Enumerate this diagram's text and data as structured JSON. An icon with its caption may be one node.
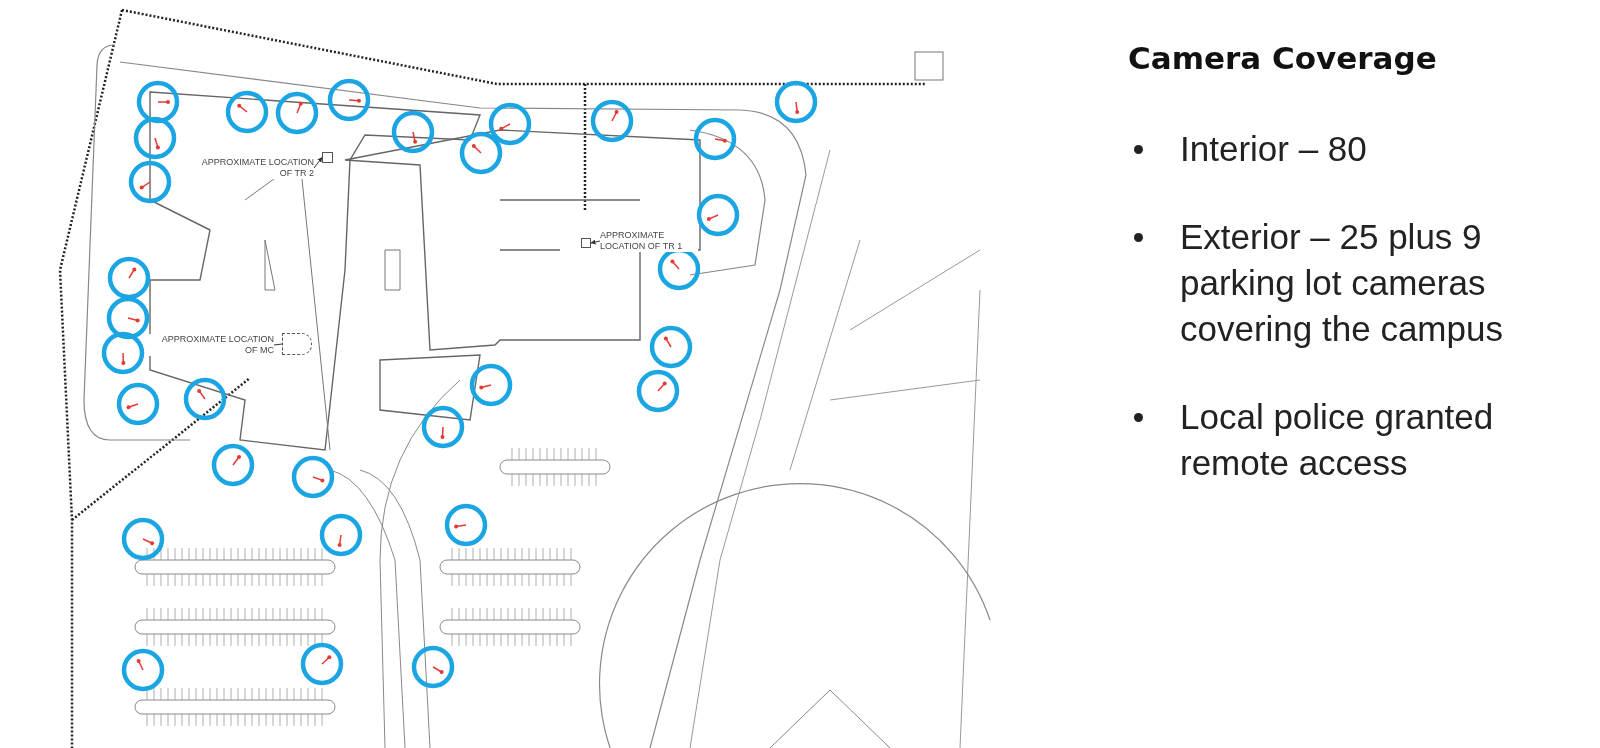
{
  "diagram": {
    "title": "Camera Coverage",
    "nodes": [
      {
        "text": [
          "APPROXIMATE LOCATION OF TR 2"
        ]
      },
      {
        "text": [],
        "shape": "box"
      },
      {
        "text": [
          "APPROXIMATE LOCATION OF TR 1"
        ]
      },
      {
        "text": [],
        "shape": "box"
      },
      {
        "text": [
          "APPROXIMATE LOCATION OF MC"
        ]
      },
      {
        "text": [],
        "shape": "box"
      }
    ],
    "edges": [
      {
        "from": 0,
        "to": 1,
        "arrow": "to"
      },
      {
        "from": 2,
        "to": 3,
        "arrow": "to"
      },
      {
        "from": 4,
        "to": 5,
        "arrow": "none"
      }
    ],
    "labels": [
      "Interior – 80",
      "Exterior – 25 plus 9 parking lot cameras covering the campus",
      "Local police granted remote access"
    ]
  }
}
